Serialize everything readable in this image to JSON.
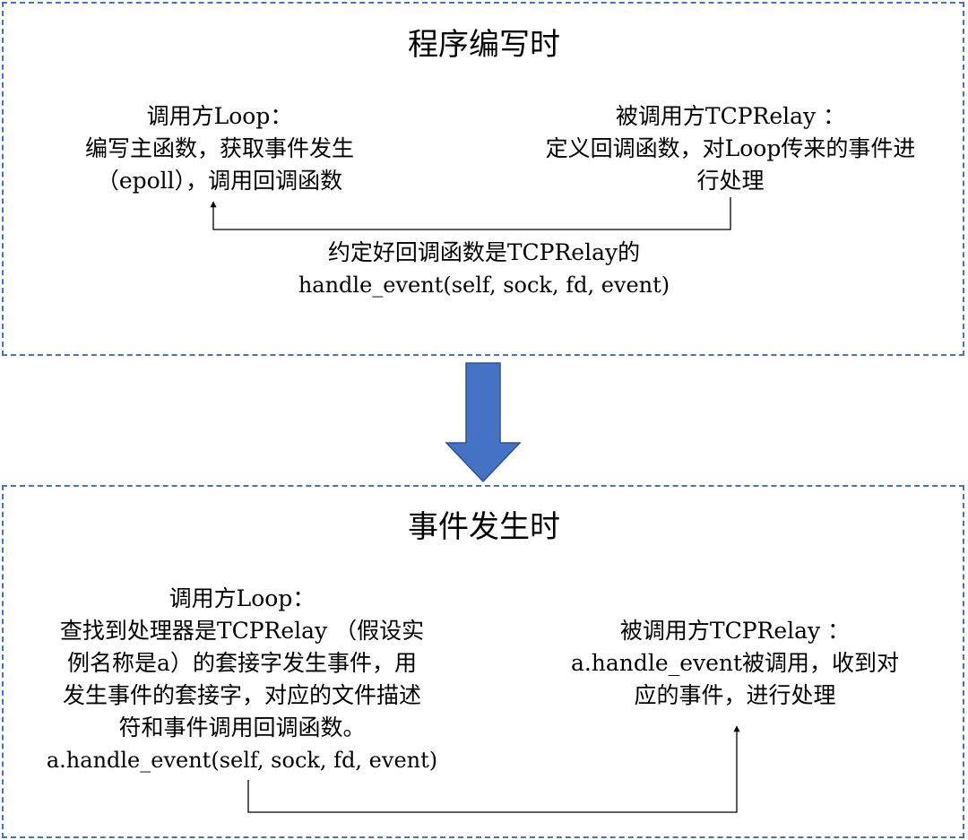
{
  "top": {
    "title": "程序编写时",
    "caller": {
      "heading": "调用方Loop：",
      "lines": [
        "编写主函数，获取事件发生",
        "（epoll），调用回调函数"
      ]
    },
    "callee": {
      "heading": "被调用方TCPRelay ：",
      "lines": [
        "定义回调函数，对Loop传来的事件进",
        "行处理"
      ]
    },
    "agreement": {
      "line1": "约定好回调函数是TCPRelay的",
      "line2": "handle_event(self,  sock, fd, event)"
    }
  },
  "bottom": {
    "title": "事件发生时",
    "caller": {
      "heading": "调用方Loop：",
      "lines": [
        "查找到处理器是TCPRelay （假设实",
        "例名称是a）的套接字发生事件，用",
        "发生事件的套接字，对应的文件描述",
        "符和事件调用回调函数。"
      ],
      "code": "a.handle_event(self,  sock, fd, event)"
    },
    "callee": {
      "heading": "被调用方TCPRelay ：",
      "lines": [
        "a.handle_event被调用，收到对",
        "应的事件，进行处理"
      ]
    }
  },
  "colors": {
    "border": "#4472c4",
    "arrow_fill": "#4472c4",
    "arrow_stroke": "#2f528f"
  }
}
